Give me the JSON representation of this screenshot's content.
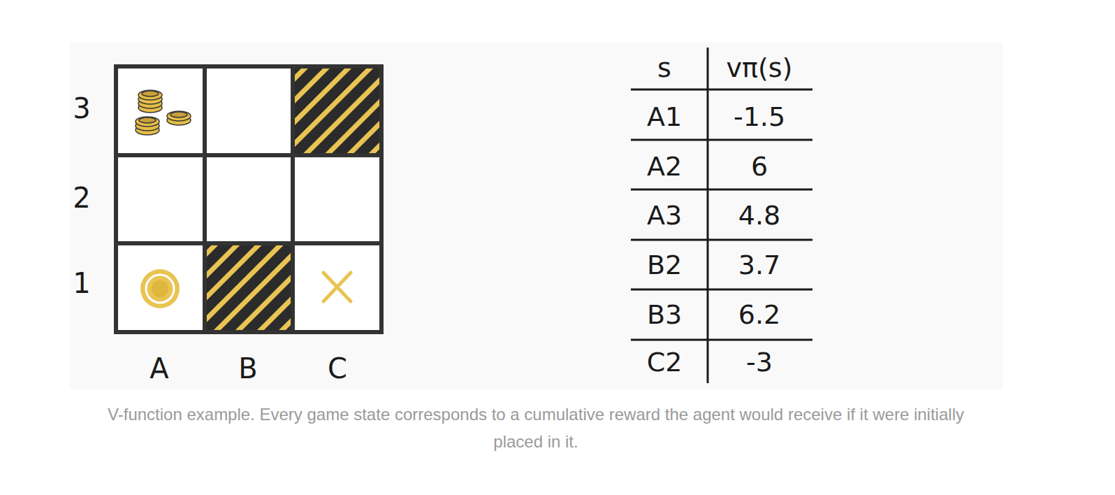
{
  "diagram": {
    "caption": "V-function example. Every game state corresponds to a cumulative reward the agent would receive if it were initially placed in it.",
    "labels": [
      "3",
      "2",
      "1",
      "A",
      "B",
      "C",
      "s",
      "vπ(s)",
      "A1",
      "-1.5",
      "A2",
      "6",
      "A3",
      "4.8",
      "B2",
      "3.7",
      "B3",
      "6.2",
      "C2",
      "-3"
    ]
  }
}
